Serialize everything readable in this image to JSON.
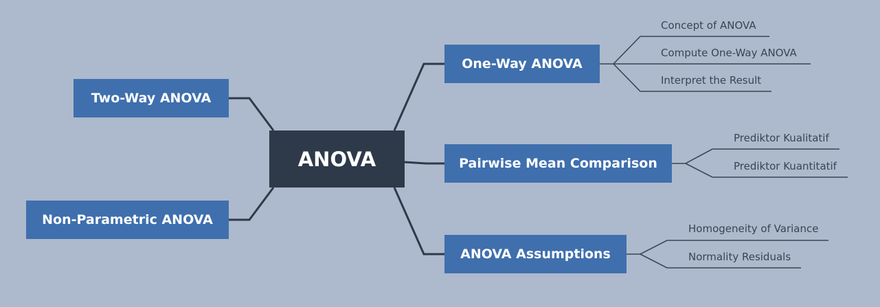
{
  "central": "ANOVA",
  "right": [
    {
      "label": "One-Way ANOVA",
      "children": [
        "Concept of ANOVA",
        "Compute One-Way ANOVA",
        "Interpret the Result"
      ]
    },
    {
      "label": "Pairwise Mean Comparison",
      "children": [
        "Prediktor Kualitatif",
        "Prediktor Kuantitatif"
      ]
    },
    {
      "label": "ANOVA Assumptions",
      "children": [
        "Homogeneity of Variance",
        "Normality Residuals"
      ]
    }
  ],
  "left": [
    {
      "label": "Two-Way ANOVA"
    },
    {
      "label": "Non-Parametric ANOVA"
    }
  ],
  "colors": {
    "background": "#adb9cc",
    "central": "#2e3a4a",
    "topic": "#3f6fad",
    "line": "#2e3a4a"
  }
}
